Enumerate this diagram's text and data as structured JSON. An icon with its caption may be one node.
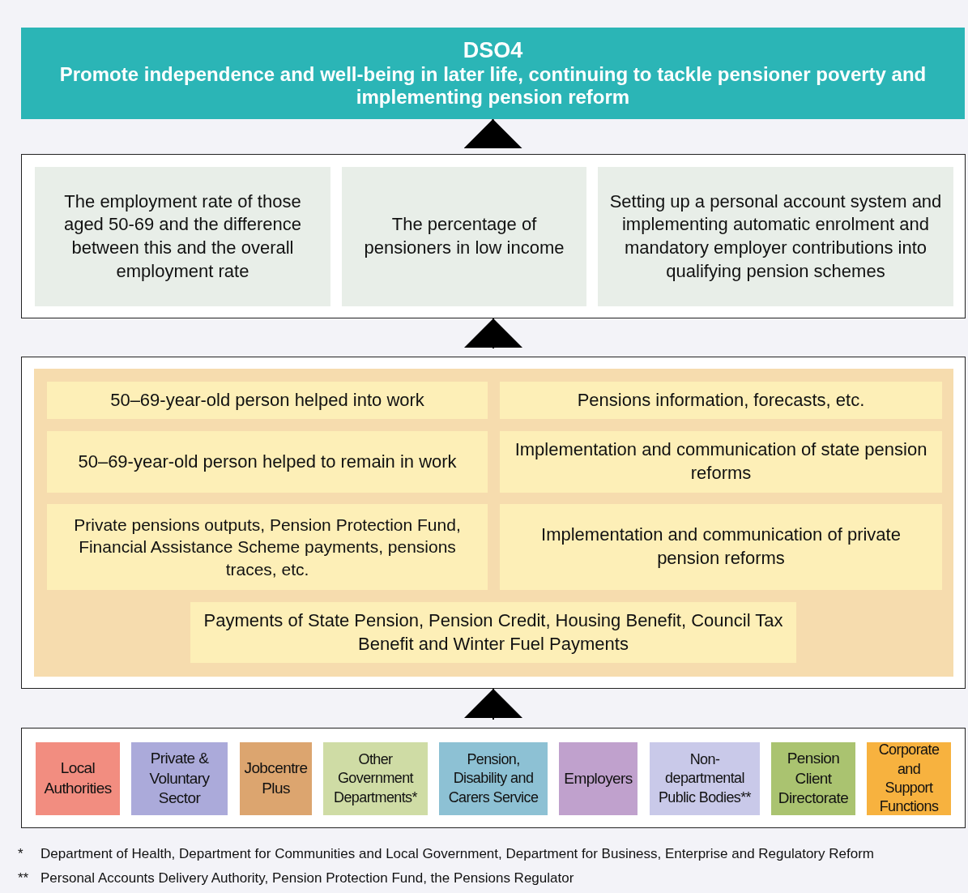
{
  "diagram": {
    "nodes": [
      {
        "text": [
          "DSO4",
          "Promote independence and well-being in later life, continuing to tackle pensioner poverty and implementing pension reform"
        ]
      },
      {
        "text": [],
        "shape": "box"
      },
      {
        "text": [
          "The employment rate of those aged 50-69 and the difference between this and the overall employment rate"
        ],
        "in": 1
      },
      {
        "text": [
          "The percentage of pensioners in low income"
        ],
        "in": 1
      },
      {
        "text": [
          "Setting up a personal account system and implementing automatic enrolment and mandatory employer contributions into qualifying pension schemes"
        ],
        "in": 1
      },
      {
        "text": [],
        "shape": "box"
      },
      {
        "text": [
          "50–69-year-old person helped into work"
        ],
        "in": 5
      },
      {
        "text": [
          "Pensions information, forecasts, etc."
        ],
        "in": 5
      },
      {
        "text": [
          "50–69-year-old person helped to remain in work"
        ],
        "in": 5
      },
      {
        "text": [
          "Implementation and communication of state pension reforms"
        ],
        "in": 5
      },
      {
        "text": [
          "Private pensions outputs, Pension Protection Fund, Financial Assistance Scheme payments, pensions traces, etc."
        ],
        "in": 5
      },
      {
        "text": [
          "Implementation and communication of private pension reforms"
        ],
        "in": 5
      },
      {
        "text": [
          "Payments of State Pension, Pension Credit, Housing Benefit, Council Tax Benefit and Winter Fuel Payments"
        ],
        "in": 5
      },
      {
        "text": [],
        "shape": "box"
      },
      {
        "text": [
          "Local Authorities"
        ],
        "in": 13
      },
      {
        "text": [
          "Private & Voluntary Sector"
        ],
        "in": 13
      },
      {
        "text": [
          "Jobcentre Plus"
        ],
        "in": 13
      },
      {
        "text": [
          "Other Government Departments*"
        ],
        "in": 13
      },
      {
        "text": [
          "Pension, Disability and Carers Service"
        ],
        "in": 13
      },
      {
        "text": [
          "Employers"
        ],
        "in": 13
      },
      {
        "text": [
          "Non-departmental Public Bodies**"
        ],
        "in": 13
      },
      {
        "text": [
          "Pension Client Directorate"
        ],
        "in": 13
      },
      {
        "text": [
          "Corporate and Support Functions"
        ],
        "in": 13
      }
    ],
    "edges": [
      {
        "from": 13,
        "to": 5,
        "arrow": "to"
      },
      {
        "from": 5,
        "to": 1,
        "arrow": "to"
      },
      {
        "from": 1,
        "to": 0,
        "arrow": "to"
      }
    ],
    "labels": [
      "*",
      "Department of Health, Department for Communities and Local Government, Department for Business, Enterprise and Regulatory Reform",
      "**",
      "Personal Accounts Delivery Authority, Pension Protection Fund, the Pensions Regulator"
    ]
  }
}
